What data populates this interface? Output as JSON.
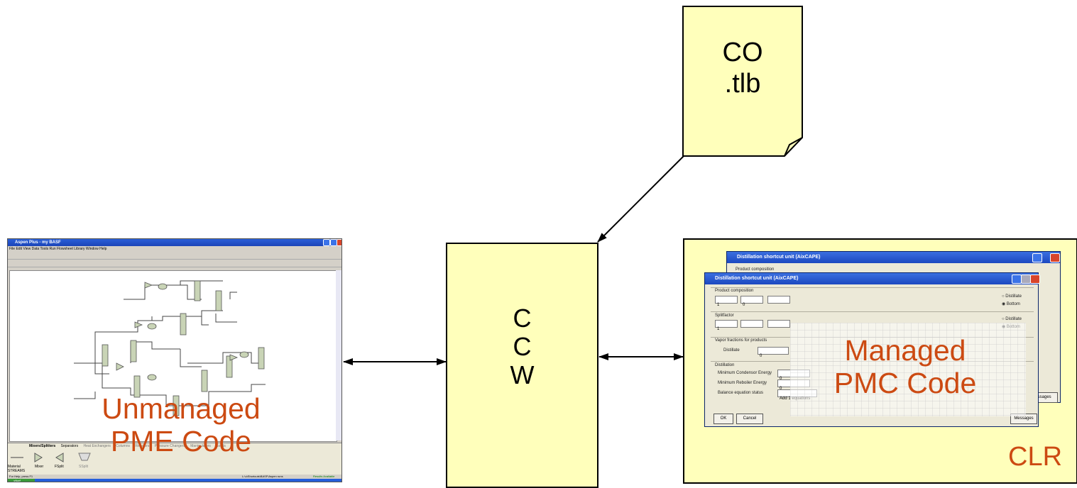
{
  "nodes": {
    "co_tlb": {
      "line1": "CO",
      "line2": ".tlb"
    },
    "ccw": {
      "l1": "C",
      "l2": "C",
      "l3": "W"
    },
    "clr": {
      "label": "CLR"
    }
  },
  "captions": {
    "unmanaged_line1": "Unmanaged",
    "unmanaged_line2": "PME Code",
    "managed_line1": "Managed",
    "managed_line2": "PMC Code"
  },
  "aspen": {
    "title": "Aspen Plus - my BASF",
    "menu": "File  Edit  View  Data  Tools  Run  Flowsheet  Library  Window  Help",
    "palette_tabs": [
      "Mixers/Splitters",
      "Separators",
      "Heat Exchangers",
      "Columns",
      "Reactors",
      "Pressure Changers",
      "Manipulators",
      "Solids"
    ],
    "palette_items": [
      "Material STREAMS",
      "Mixer",
      "FSplit",
      "SSplit"
    ],
    "status_left": "For Help, press F1",
    "status_right": "Results Available",
    "status_path": "L:\\u\\Shortcuts\\BASF\\Aspen runs",
    "taskbar_start": "start"
  },
  "dialog": {
    "title": "Distillation shortcut unit (AixCAPE)",
    "product_composition": "Product composition",
    "pc_values": [
      "1",
      "0",
      ""
    ],
    "splitfactor": "Splitfactor",
    "sf_values": [
      "1",
      "",
      ""
    ],
    "vapor_fractions": "Vapor fractions for products",
    "distillate_label": "Distillate",
    "distillate_value": "0",
    "distillation": "Distillation",
    "min_condensor": "Minimum Condensor Energy",
    "min_condensor_value": "0",
    "min_reboiler": "Minimum Reboiler Energy",
    "min_reboiler_value": "0",
    "balance_status": "Balance equation status",
    "balance_value": "Add 1 equations",
    "radio_distillate": "Distillate",
    "radio_bottom": "Bottom",
    "ok": "OK",
    "cancel": "Cancel",
    "messages": "Messages",
    "back_messages": "Messages"
  }
}
